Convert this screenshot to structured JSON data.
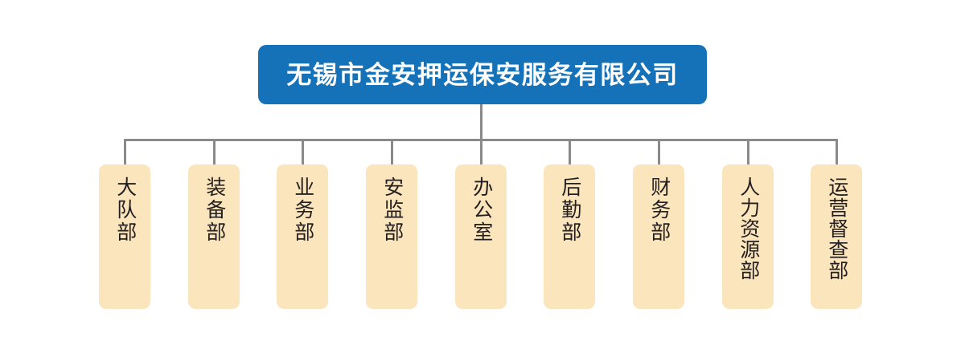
{
  "chart_data": {
    "type": "diagram",
    "diagram_type": "organizational-chart",
    "title": "无锡市金安押运保安服务有限公司",
    "root": {
      "label": "无锡市金安押运保安服务有限公司",
      "fill_color": "#1572b8",
      "text_color": "#ffffff"
    },
    "connector_color": "#8a8a8a",
    "node_fill_color": "#fbe5bc",
    "node_text_color": "#231f20",
    "orientation": "vertical-text",
    "children": [
      {
        "label": "大队部",
        "chars": 3
      },
      {
        "label": "装备部",
        "chars": 3
      },
      {
        "label": "业务部",
        "chars": 3
      },
      {
        "label": "安监部",
        "chars": 3
      },
      {
        "label": "办公室",
        "chars": 3
      },
      {
        "label": "后勤部",
        "chars": 3
      },
      {
        "label": "财务部",
        "chars": 3
      },
      {
        "label": "人力资源部",
        "chars": 5
      },
      {
        "label": "运营督查部",
        "chars": 5
      }
    ],
    "child_count": 9
  }
}
